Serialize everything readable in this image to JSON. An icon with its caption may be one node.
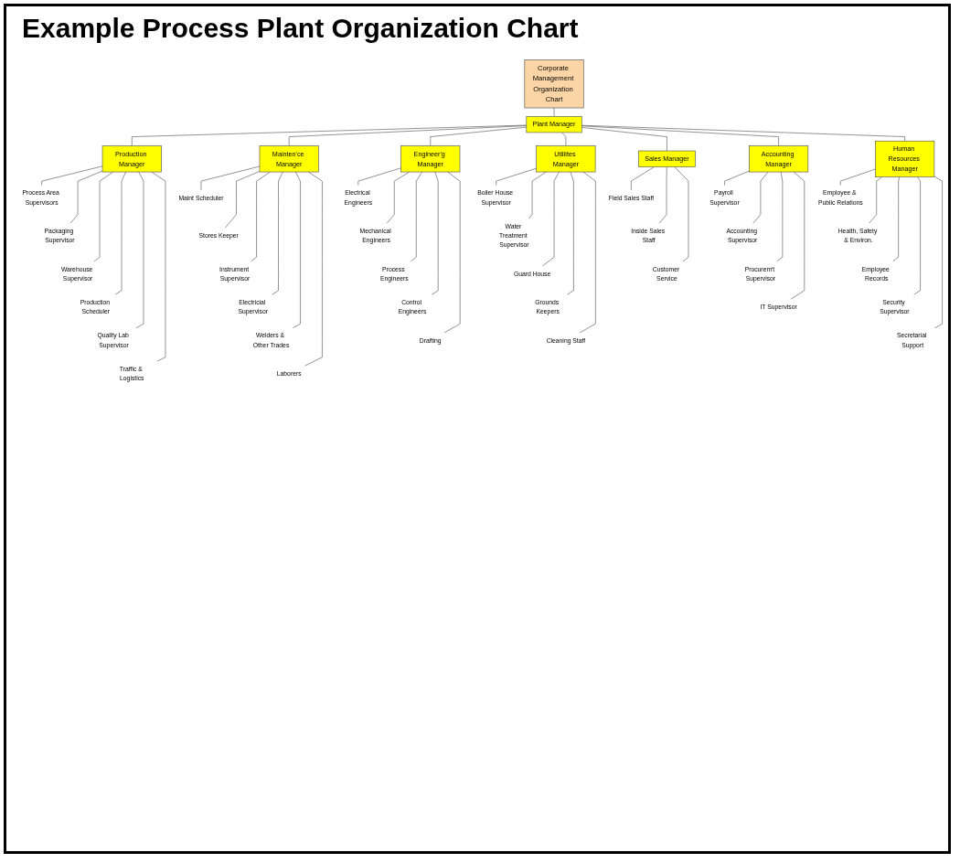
{
  "diagram": {
    "title": "Example Process Plant Organization Chart",
    "nodes": [
      {
        "text": [
          "Corporate Management Organization Chart"
        ]
      },
      {
        "text": [
          "Plant Manager"
        ]
      },
      {
        "text": [
          "Production Manager"
        ]
      },
      {
        "text": [
          "Mainten'ce Manager"
        ]
      },
      {
        "text": [
          "Engineer'g Manager"
        ]
      },
      {
        "text": [
          "Utiliites Manager"
        ]
      },
      {
        "text": [
          "Sales Manager"
        ]
      },
      {
        "text": [
          "Accounting Manager"
        ]
      },
      {
        "text": [
          "Human Resources Manager"
        ]
      },
      {
        "text": [
          "Process Area Supervisors"
        ]
      },
      {
        "text": [
          "Packaging Supervisor"
        ]
      },
      {
        "text": [
          "Warehouse Supervisor"
        ]
      },
      {
        "text": [
          "Production Scheduler"
        ]
      },
      {
        "text": [
          "Quality Lab Supervisor"
        ]
      },
      {
        "text": [
          "Traffic & Logistics"
        ]
      },
      {
        "text": [
          "Maint Scheduler"
        ]
      },
      {
        "text": [
          "Stores Keeper"
        ]
      },
      {
        "text": [
          "Instrument Supervisor"
        ]
      },
      {
        "text": [
          "Electricial Supervisor"
        ]
      },
      {
        "text": [
          "Welders & Other Trades"
        ]
      },
      {
        "text": [
          "Laborers"
        ]
      },
      {
        "text": [
          "Electrical Engineers"
        ]
      },
      {
        "text": [
          "Mechanical Engineers"
        ]
      },
      {
        "text": [
          "Process Engineers"
        ]
      },
      {
        "text": [
          "Control Engineers"
        ]
      },
      {
        "text": [
          "Drafting"
        ]
      },
      {
        "text": [
          "Boiler House Supervisor"
        ]
      },
      {
        "text": [
          "Water Treatment Supervisor"
        ]
      },
      {
        "text": [
          "Guard House"
        ]
      },
      {
        "text": [
          "Grounds Keepers"
        ]
      },
      {
        "text": [
          "Cleaning Staff"
        ]
      },
      {
        "text": [
          "Field Sales Staff"
        ]
      },
      {
        "text": [
          "Inside Sales Staff"
        ]
      },
      {
        "text": [
          "Customer Service"
        ]
      },
      {
        "text": [
          "Payroll Supervisor"
        ]
      },
      {
        "text": [
          "Accounting Supervisor"
        ]
      },
      {
        "text": [
          "Procurem't Supervisor"
        ]
      },
      {
        "text": [
          "IT Supervisor"
        ]
      },
      {
        "text": [
          "Employee & Public Relations"
        ]
      },
      {
        "text": [
          "Health, Safety & Environ."
        ]
      },
      {
        "text": [
          "Employee Records"
        ]
      },
      {
        "text": [
          "Security Supervisor"
        ]
      },
      {
        "text": [
          "Secretarial Support"
        ]
      }
    ],
    "edges": [
      {
        "from": 0,
        "to": 1,
        "arrow": "none"
      },
      {
        "from": 1,
        "to": 2,
        "arrow": "none"
      },
      {
        "from": 1,
        "to": 3,
        "arrow": "none"
      },
      {
        "from": 1,
        "to": 4,
        "arrow": "none"
      },
      {
        "from": 1,
        "to": 5,
        "arrow": "none"
      },
      {
        "from": 1,
        "to": 6,
        "arrow": "none"
      },
      {
        "from": 1,
        "to": 7,
        "arrow": "none"
      },
      {
        "from": 1,
        "to": 8,
        "arrow": "none"
      },
      {
        "from": 2,
        "to": 9,
        "arrow": "none"
      },
      {
        "from": 2,
        "to": 10,
        "arrow": "none"
      },
      {
        "from": 2,
        "to": 11,
        "arrow": "none"
      },
      {
        "from": 2,
        "to": 12,
        "arrow": "none"
      },
      {
        "from": 2,
        "to": 13,
        "arrow": "none"
      },
      {
        "from": 2,
        "to": 14,
        "arrow": "none"
      },
      {
        "from": 3,
        "to": 15,
        "arrow": "none"
      },
      {
        "from": 3,
        "to": 16,
        "arrow": "none"
      },
      {
        "from": 3,
        "to": 17,
        "arrow": "none"
      },
      {
        "from": 3,
        "to": 18,
        "arrow": "none"
      },
      {
        "from": 3,
        "to": 19,
        "arrow": "none"
      },
      {
        "from": 3,
        "to": 20,
        "arrow": "none"
      },
      {
        "from": 4,
        "to": 21,
        "arrow": "none"
      },
      {
        "from": 4,
        "to": 22,
        "arrow": "none"
      },
      {
        "from": 4,
        "to": 23,
        "arrow": "none"
      },
      {
        "from": 4,
        "to": 24,
        "arrow": "none"
      },
      {
        "from": 4,
        "to": 25,
        "arrow": "none"
      },
      {
        "from": 5,
        "to": 26,
        "arrow": "none"
      },
      {
        "from": 5,
        "to": 27,
        "arrow": "none"
      },
      {
        "from": 5,
        "to": 28,
        "arrow": "none"
      },
      {
        "from": 5,
        "to": 29,
        "arrow": "none"
      },
      {
        "from": 5,
        "to": 30,
        "arrow": "none"
      },
      {
        "from": 6,
        "to": 31,
        "arrow": "none"
      },
      {
        "from": 6,
        "to": 32,
        "arrow": "none"
      },
      {
        "from": 6,
        "to": 33,
        "arrow": "none"
      },
      {
        "from": 7,
        "to": 34,
        "arrow": "none"
      },
      {
        "from": 7,
        "to": 35,
        "arrow": "none"
      },
      {
        "from": 7,
        "to": 36,
        "arrow": "none"
      },
      {
        "from": 7,
        "to": 37,
        "arrow": "none"
      },
      {
        "from": 8,
        "to": 38,
        "arrow": "none"
      },
      {
        "from": 8,
        "to": 39,
        "arrow": "none"
      },
      {
        "from": 8,
        "to": 40,
        "arrow": "none"
      },
      {
        "from": 8,
        "to": 41,
        "arrow": "none"
      },
      {
        "from": 8,
        "to": 42,
        "arrow": "none"
      }
    ]
  }
}
